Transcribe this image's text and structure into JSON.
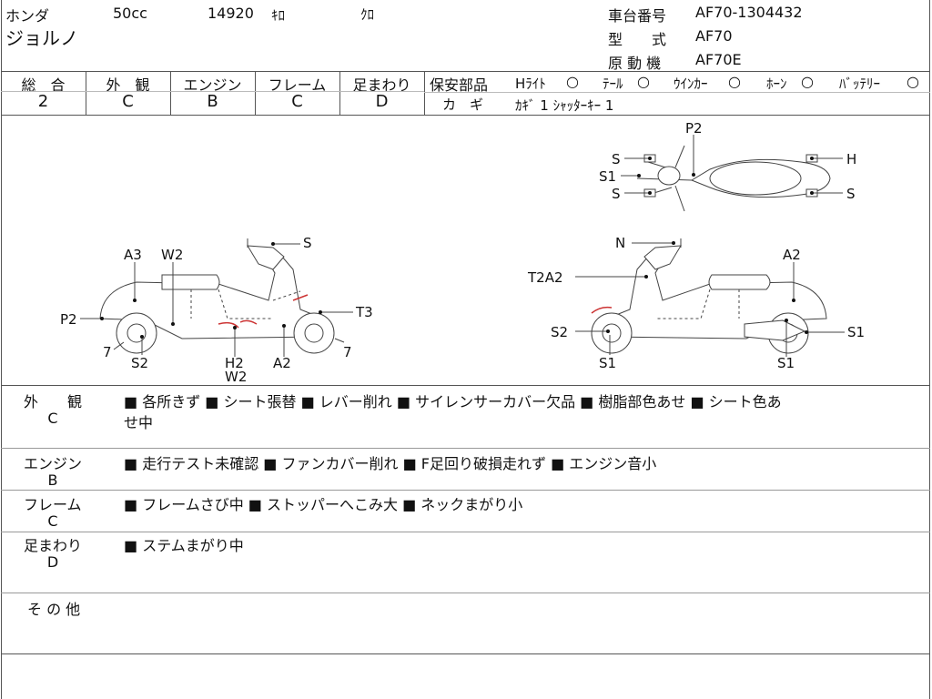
{
  "header": {
    "maker": "ホンダ",
    "displacement": "50cc",
    "mileage": "14920",
    "mileage_unit": "ｷﾛ",
    "color": "ｸﾛ",
    "model_name": "ジョルノ",
    "frame_no_label": "車台番号",
    "frame_no": "AF70-1304432",
    "type_label": "型　　式",
    "type_value": "AF70",
    "engine_label": "原 動 機",
    "engine_value": "AF70E"
  },
  "ratings": [
    {
      "label": "総　合",
      "value": "2"
    },
    {
      "label": "外　観",
      "value": "C"
    },
    {
      "label": "エンジン",
      "value": "B"
    },
    {
      "label": "フレーム",
      "value": "C"
    },
    {
      "label": "足まわり",
      "value": "D"
    }
  ],
  "safety": {
    "label": "保安部品",
    "items": [
      {
        "label": "Hﾗｲﾄ",
        "mark": "○"
      },
      {
        "label": "ﾃｰﾙ",
        "mark": "○"
      },
      {
        "label": "ｳｲﾝｶｰ",
        "mark": "○"
      },
      {
        "label": "ﾎｰﾝ",
        "mark": "○"
      },
      {
        "label": "ﾊﾞｯﾃﾘｰ",
        "mark": "○"
      }
    ],
    "key_label": "カ　ギ",
    "key_value": "ｶｷﾞ 1  ｼｬｯﾀｰｷｰ 1"
  },
  "diagram_labels": {
    "top": {
      "p2": "P2",
      "s_upper": "S",
      "s1": "S1",
      "s_lower": "S",
      "h": "H",
      "s_right": "S"
    },
    "left": {
      "a3": "A3",
      "w2": "W2",
      "s": "S",
      "p2": "P2",
      "t3": "T3",
      "seven_left": "7",
      "s2": "S2",
      "h2": "H2",
      "w2b": "W2",
      "a2": "A2",
      "seven_right": "7"
    },
    "right": {
      "n": "N",
      "a2": "A2",
      "t2a2": "T2A2",
      "s2": "S2",
      "s1_front": "S1",
      "s1_rear": "S1",
      "s1_right": "S1"
    }
  },
  "remarks": [
    {
      "label": "外　　観",
      "grade": "C",
      "text": "■ 各所きず ■ シート張替 ■ レバー削れ ■ サイレンサーカバー欠品 ■ 樹脂部色あせ ■ シート色あ",
      "text2": "せ中"
    },
    {
      "label": "エンジン",
      "grade": "B",
      "text": "■ 走行テスト未確認 ■ ファンカバー削れ ■ F足回り破損走れず ■ エンジン音小",
      "text2": ""
    },
    {
      "label": "フレーム",
      "grade": "C",
      "text": "■ フレームさび中 ■ ストッパーへこみ大 ■ ネックまがり小",
      "text2": ""
    },
    {
      "label": "足まわり",
      "grade": "D",
      "text": "■ ステムまがり中",
      "text2": ""
    },
    {
      "label": "そ の 他",
      "grade": "",
      "text": "",
      "text2": ""
    }
  ]
}
